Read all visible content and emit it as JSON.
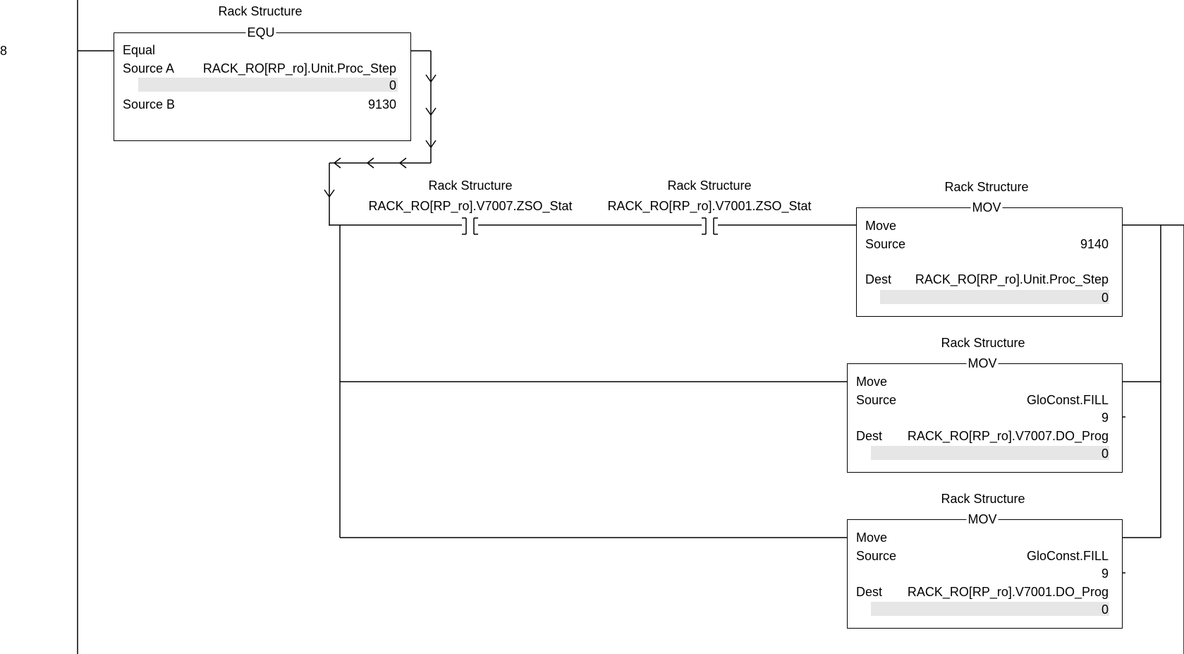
{
  "rung": {
    "number": "8"
  },
  "equ": {
    "description": "Rack Structure",
    "type": "EQU",
    "title": "Equal",
    "source_a_label": "Source A",
    "source_a_tag": "RACK_RO[RP_ro].Unit.Proc_Step",
    "source_a_value": "0",
    "source_b_label": "Source B",
    "source_b_value": "9130"
  },
  "contacts": [
    {
      "description": "Rack Structure",
      "tag": "RACK_RO[RP_ro].V7007.ZSO_Stat"
    },
    {
      "description": "Rack Structure",
      "tag": "RACK_RO[RP_ro].V7001.ZSO_Stat"
    }
  ],
  "mov1": {
    "description": "Rack Structure",
    "type": "MOV",
    "title": "Move",
    "source_label": "Source",
    "source_value": "9140",
    "dest_label": "Dest",
    "dest_tag": "RACK_RO[RP_ro].Unit.Proc_Step",
    "dest_value": "0"
  },
  "mov2": {
    "description": "Rack Structure",
    "type": "MOV",
    "title": "Move",
    "source_label": "Source",
    "source_tag": "GloConst.FILL",
    "source_value": "9",
    "dest_label": "Dest",
    "dest_tag": "RACK_RO[RP_ro].V7007.DO_Prog",
    "dest_value": "0"
  },
  "mov3": {
    "description": "Rack Structure",
    "type": "MOV",
    "title": "Move",
    "source_label": "Source",
    "source_tag": "GloConst.FILL",
    "source_value": "9",
    "dest_label": "Dest",
    "dest_tag": "RACK_RO[RP_ro].V7001.DO_Prog",
    "dest_value": "0"
  }
}
